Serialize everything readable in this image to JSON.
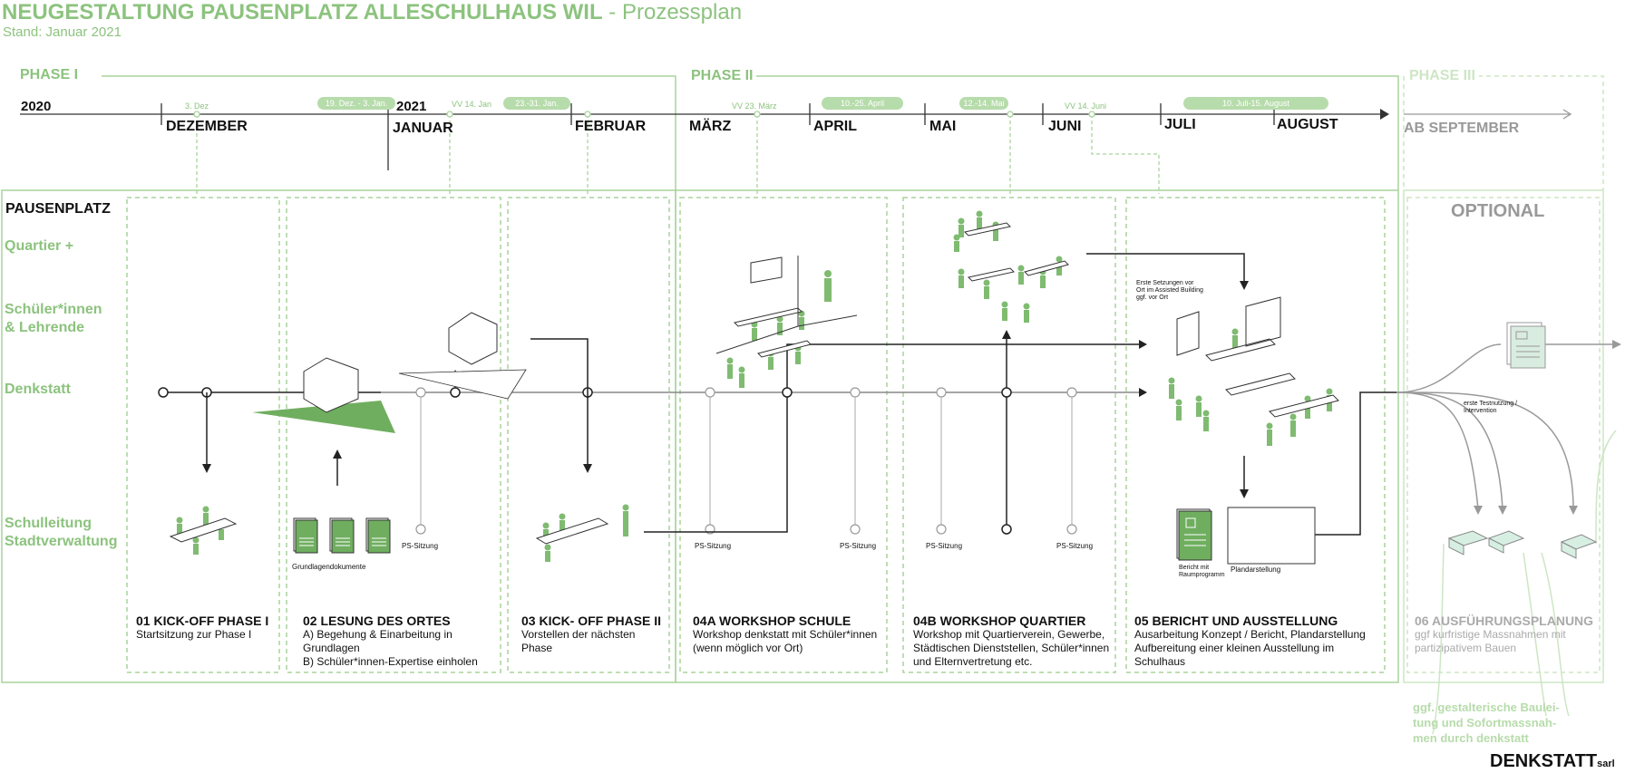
{
  "title": {
    "main": "NEUGESTALTUNG PAUSENPLATZ ALLESCHULHAUS WIL",
    "suffix": " - Prozessplan",
    "stand": "Stand: Januar 2021"
  },
  "phases": [
    "PHASE I",
    "PHASE II",
    "PHASE III"
  ],
  "timeline": {
    "years": [
      "2020",
      "2021"
    ],
    "months": [
      "DEZEMBER",
      "JANUAR",
      "FEBRUAR",
      "MÄRZ",
      "APRIL",
      "MAI",
      "JUNI",
      "JULI",
      "AUGUST",
      "AB SEPTEMBER"
    ],
    "pills": [
      "19. Dez. - 3. Jan.",
      "23.-31. Jan.",
      "10.-25. April",
      "12.-14. Mai",
      "10. Juli-15. August"
    ],
    "ticks": [
      "3. Dez",
      "VV 14. Jan",
      "VV 23. März",
      "VV 14. Juni"
    ]
  },
  "rows": {
    "pausenplatz": "PAUSENPLATZ",
    "quartier": "Quartier +",
    "schueler_1": "Schüler*innen",
    "schueler_2": "& Lehrende",
    "denkstatt": "Denkstatt",
    "schul_1": "Schulleitung",
    "schul_2": "Stadtverwaltung"
  },
  "steps": [
    {
      "title": "01 KICK-OFF PHASE I",
      "desc": [
        "Startsitzung zur Phase I"
      ]
    },
    {
      "title": "02 LESUNG DES ORTES",
      "desc": [
        "A) Begehung & Einarbeitung in",
        "Grundlagen",
        "B) Schüler*innen-Expertise einholen"
      ]
    },
    {
      "title": "03 KICK- OFF PHASE II",
      "desc": [
        "Vorstellen der nächsten",
        "Phase"
      ]
    },
    {
      "title": "04A WORKSHOP SCHULE",
      "desc": [
        "Workshop denkstatt mit Schüler*innen",
        "(wenn möglich vor Ort)"
      ]
    },
    {
      "title": "04B WORKSHOP QUARTIER",
      "desc": [
        "Workshop mit Quartierverein, Gewerbe,",
        "Städtischen Dienststellen, Schüler*innen",
        "und Elternvertretung etc."
      ]
    },
    {
      "title": "05 BERICHT UND AUSSTELLUNG",
      "desc": [
        "Ausarbeitung Konzept / Bericht, Plandarstellung",
        "Aufbereitung einer kleinen Ausstellung im",
        "Schulhaus"
      ]
    },
    {
      "title": "06 AUSFÜHRUNGSPLANUNG",
      "desc": [
        "ggf kurfristige Massnahmen mit",
        "partizipativem Bauen"
      ]
    }
  ],
  "small_labels": {
    "ps": "PS-Sitzung",
    "grundlagen": "Grundlagendokumente",
    "bericht_1": "Bericht mit",
    "bericht_2": "Raumprogramm",
    "plan": "Plandarstellung",
    "setzung": [
      "Erste Setzungen vor",
      "Ort im Assisted Building",
      "ggf. vor Ort"
    ],
    "testnutzung": [
      "erste Testnutzung /",
      "Intervention"
    ]
  },
  "optional": "OPTIONAL",
  "footnote": [
    "ggf. gestalterische Baulei-",
    "tung und Sofortmassnah-",
    "men durch denkstatt"
  ],
  "logo": {
    "name": "DENKSTATT",
    "suffix": "sarl"
  },
  "colors": {
    "green": "#8cc37e",
    "light_green": "#b7dcab",
    "grey": "#9a9a9a"
  }
}
